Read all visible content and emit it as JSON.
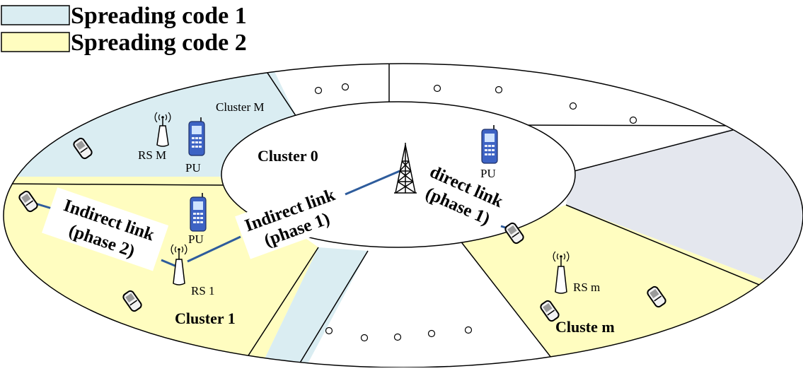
{
  "colors": {
    "code1": "#DAEDF2",
    "code2": "#FFFDC0",
    "gray_sector": "#E4E7EE",
    "link": "#2E5C9C",
    "outline": "#000000"
  },
  "legend": {
    "items": [
      {
        "label": "Spreading code 1",
        "color": "#DAEDF2"
      },
      {
        "label": "Spreading code 2",
        "color": "#FFFDC0"
      }
    ]
  },
  "clusters": {
    "center": "Cluster 0",
    "cluster_1": "Cluster 1",
    "cluster_M": "Cluster M",
    "cluster_m": "Cluste m"
  },
  "relays": {
    "rs_1": "RS 1",
    "rs_M": "RS M",
    "rs_m": "RS m"
  },
  "primary_users": {
    "pu_cluster_M": "PU",
    "pu_cluster_1": "PU",
    "pu_center": "PU"
  },
  "links": {
    "indirect_phase1": {
      "line1": "Indirect link",
      "line2": "(phase 1)"
    },
    "indirect_phase2": {
      "line1": "Indirect link",
      "line2": "(phase 2)"
    },
    "direct_phase1": {
      "line1": "direct link",
      "line2": "(phase 1)"
    }
  },
  "icons": {
    "base_station": "base-station-tower-icon",
    "relay": "relay-antenna-icon",
    "primary_user": "mobile-phone-icon",
    "secondary_user": "flip-phone-icon",
    "idle_user": "small-circle-icon"
  }
}
